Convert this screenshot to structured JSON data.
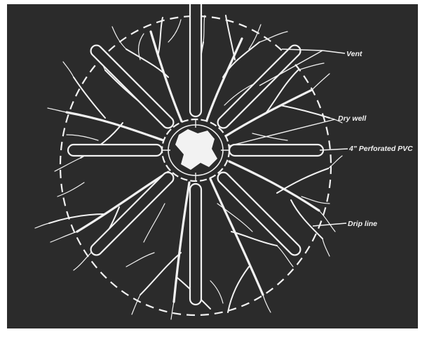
{
  "diagram": {
    "labels": {
      "vent": "Vent",
      "dry_well": "Dry well",
      "perforated_pvc": "4\" Perforated PVC",
      "drip_line": "Drip line"
    },
    "colors": {
      "background": "#2b2b2b",
      "line": "#f2f2f2",
      "border": "#ffffff"
    }
  }
}
